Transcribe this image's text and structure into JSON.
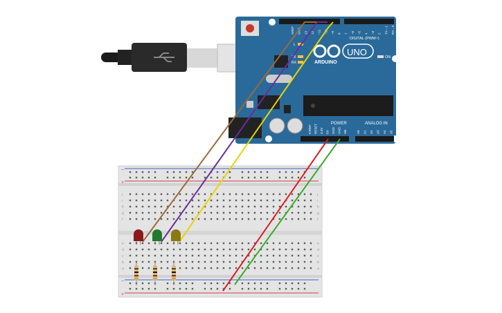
{
  "arduino": {
    "logo_text": "ARDUINO",
    "model": "UNO",
    "digital_header": "DIGITAL (PWM~)",
    "power_header": "POWER",
    "analog_header": "ANALOG IN",
    "on_label": "ON",
    "led_labels": [
      "L",
      "TX",
      "RX"
    ],
    "digital_pins": [
      "AREF",
      "GND",
      "13",
      "12",
      "~11",
      "~10",
      "~9",
      "8",
      "7",
      "~6",
      "~5",
      "4",
      "~3",
      "2",
      "TX→1",
      "RX←0"
    ],
    "power_pins": [
      "IOREF",
      "RESET",
      "3.3V",
      "5V",
      "GND",
      "GND",
      "Vin"
    ],
    "analog_pins": [
      "A0",
      "A1",
      "A2",
      "A3",
      "A4",
      "A5"
    ]
  },
  "breadboard": {
    "rail_plus": "+",
    "rail_minus": "−",
    "row_letters_top": [
      "j",
      "i",
      "h",
      "g",
      "f"
    ],
    "row_letters_bottom": [
      "e",
      "d",
      "c",
      "b",
      "a"
    ]
  },
  "components": {
    "leds": [
      {
        "name": "led-red",
        "color": "#8b1a1a"
      },
      {
        "name": "led-green",
        "color": "#1f7a2e"
      },
      {
        "name": "led-yellow",
        "color": "#8a7a10"
      }
    ],
    "resistor_count": 3
  },
  "wires": [
    {
      "name": "wire-brown",
      "color": "#9c6a3c"
    },
    {
      "name": "wire-purple",
      "color": "#6a2d9a"
    },
    {
      "name": "wire-yellow",
      "color": "#e8d400"
    },
    {
      "name": "wire-red",
      "color": "#d42020"
    },
    {
      "name": "wire-green",
      "color": "#3aaa2a"
    }
  ],
  "colors": {
    "board": "#2a6a9a",
    "breadboard": "#e4e4e4",
    "rail_red": "#d04040",
    "rail_blue": "#4060c0"
  }
}
